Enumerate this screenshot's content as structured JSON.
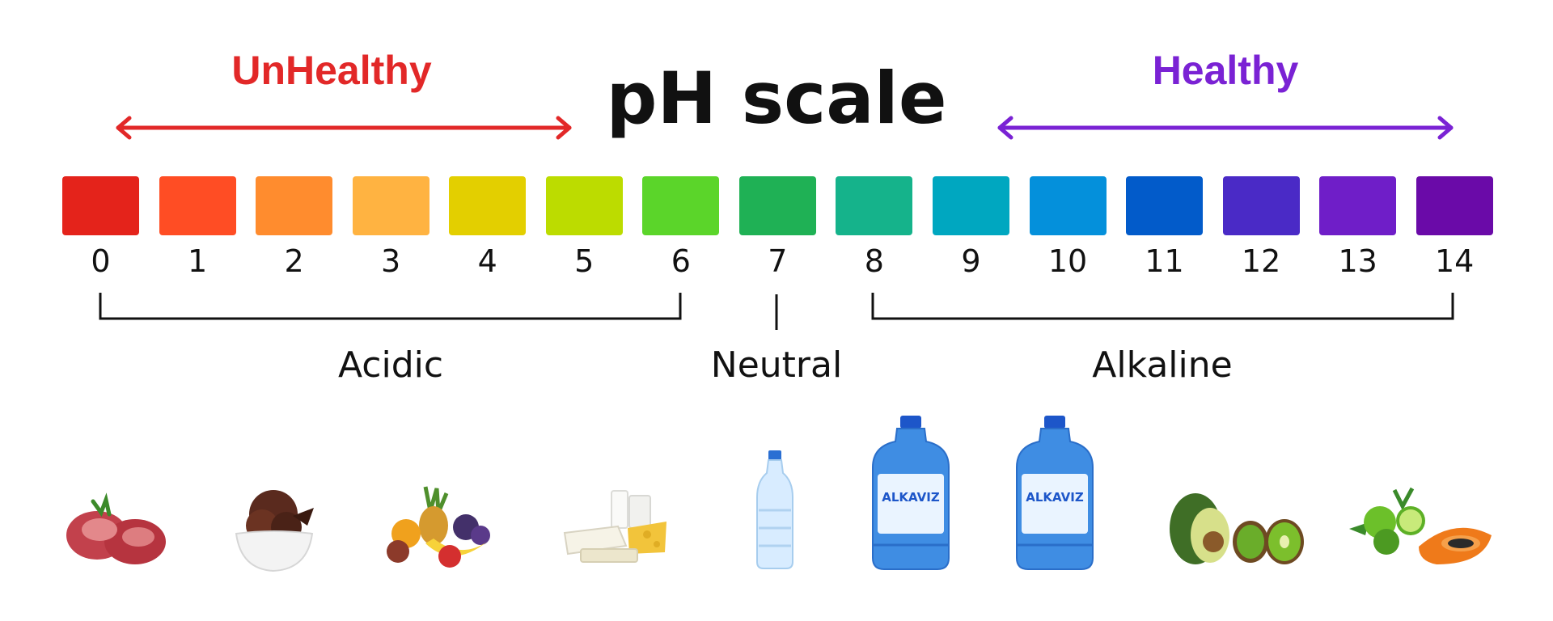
{
  "title": "pH scale",
  "unhealthy": {
    "label": "UnHealthy",
    "color": "#e22828"
  },
  "healthy": {
    "label": "Healthy",
    "color": "#7a22d4"
  },
  "scale": {
    "numbers": [
      "0",
      "1",
      "2",
      "3",
      "4",
      "5",
      "6",
      "7",
      "8",
      "9",
      "10",
      "11",
      "12",
      "13",
      "14"
    ],
    "colors": [
      "#e4231b",
      "#ff4d24",
      "#ff8c2e",
      "#ffb341",
      "#e3cf00",
      "#bcdc00",
      "#5bd52a",
      "#1fb155",
      "#15b38b",
      "#00a7c0",
      "#0490db",
      "#025bca",
      "#4a2ac6",
      "#6f1ec8",
      "#6a0aa8"
    ]
  },
  "groups": {
    "acidic": "Acidic",
    "neutral": "Neutral",
    "alkaline": "Alkaline"
  },
  "foods": [
    {
      "name": "meat",
      "icon": "meat-icon"
    },
    {
      "name": "ice cream",
      "icon": "ice-cream-icon"
    },
    {
      "name": "mixed fruit",
      "icon": "fruit-basket-icon"
    },
    {
      "name": "dairy",
      "icon": "dairy-icon"
    },
    {
      "name": "water bottle",
      "icon": "water-bottle-icon"
    },
    {
      "name": "water jug",
      "icon": "water-jug-icon",
      "brand": "ALKAVIZ"
    },
    {
      "name": "water jug",
      "icon": "water-jug-icon",
      "brand": "ALKAVIZ"
    },
    {
      "name": "avocado and kiwi",
      "icon": "avocado-kiwi-icon"
    },
    {
      "name": "lime and papaya",
      "icon": "lime-papaya-icon"
    }
  ]
}
